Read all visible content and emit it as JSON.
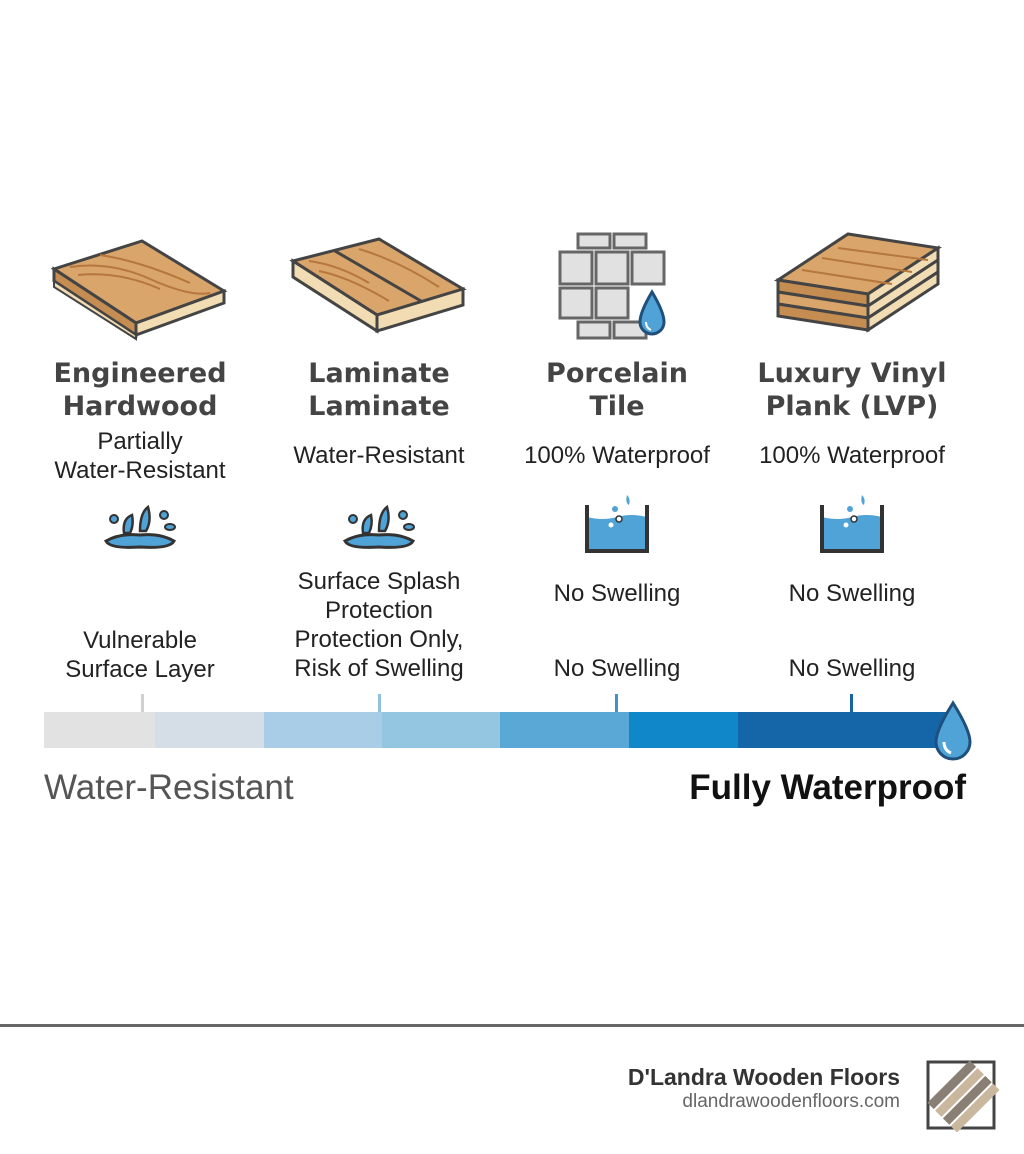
{
  "products": [
    {
      "title_1": "Engineered",
      "title_2": "Hardwood",
      "rating_1": "Partially",
      "rating_2": "Water-Resistant",
      "note_1": "Vulnerable",
      "note_2": "Surface Layer",
      "water_icon": "splash-icon"
    },
    {
      "title_1": "Laminate",
      "title_2": "Laminate",
      "rating_1": "Water-Resistant",
      "note_1": "Surface Splash",
      "note_2": "Protection",
      "note_3": "Protection Only,",
      "note_4": "Risk of Swelling",
      "water_icon": "splash-icon"
    },
    {
      "title_1": "Porcelain",
      "title_2": "Tile",
      "rating_1": "100% Waterproof",
      "note_1": "No Swelling",
      "note_2": "No Swelling",
      "water_icon": "submerged-icon"
    },
    {
      "title_1": "Luxury Vinyl",
      "title_2": "Plank (LVP)",
      "rating_1": "100% Waterproof",
      "note_1": "No Swelling",
      "note_2": "No Swelling",
      "water_icon": "submerged-icon"
    }
  ],
  "scale": {
    "left_label": "Water-Resistant",
    "right_label": "Fully Waterproof",
    "colors": [
      "#e2e2e2",
      "#d5dee7",
      "#a9cde6",
      "#94c6e2",
      "#5aa8d6",
      "#0f87c9",
      "#1466a9"
    ]
  },
  "brand": {
    "name": "D'Landra Wooden Floors",
    "url": "dlandrawoodenfloors.com"
  },
  "palette": {
    "wood": "#d9a56a",
    "wood_dark": "#b98048",
    "outline": "#444444",
    "water": "#4fa3d6",
    "water_dark": "#1f6fae"
  }
}
